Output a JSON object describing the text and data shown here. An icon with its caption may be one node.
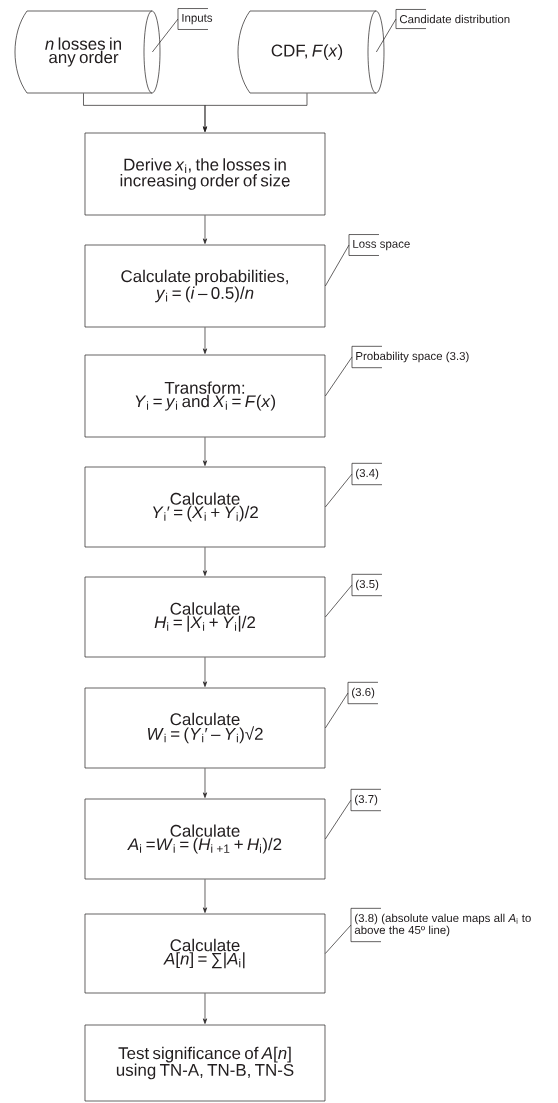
{
  "diagram": {
    "nodes": [
      {
        "text": [
          "*n* losses in any order"
        ]
      },
      {
        "text": [
          "Inputs"
        ]
      },
      {
        "text": [
          "CDF, *F*(*x*)"
        ]
      },
      {
        "text": [
          "Candidate distribution"
        ]
      },
      {
        "text": [
          "Derive *x*$_{i}$, the losses in increasing order of size"
        ]
      },
      {
        "text": [
          "Loss space"
        ]
      },
      {
        "text": [
          "Calculate probabilities,",
          "*y*$_{i}$ = (*i* – 0.5)/*n*"
        ]
      },
      {
        "text": [
          "Probability space (3.3)"
        ]
      },
      {
        "text": [
          "Transform:",
          "*Y*$_{i}$ = *y*$_{i}$ and *X*$_{i}$ = *F*(*x*)"
        ]
      },
      {
        "text": [
          "(3.4)"
        ]
      },
      {
        "text": [
          "Calculate",
          "*Y*$_{i}$′ = (*X*$_{i}$ + *Y*$_{i}$)/2"
        ]
      },
      {
        "text": [
          "(3.5)"
        ]
      },
      {
        "text": [
          "Calculate",
          "*H*$_{i}$ = |*X*$_{i}$ + *Y*$_{i}$|/2"
        ]
      },
      {
        "text": [
          "(3.6)"
        ]
      },
      {
        "text": [
          "Calculate",
          "*W*$_{i}$ = (*Y*$_{i}$′ – *Y*$_{i}$)√2"
        ]
      },
      {
        "text": [
          "(3.7)"
        ]
      },
      {
        "text": [
          "Calculate",
          "*A*$_{i}$ =*W*$_{i}$ = (*H*$_{i +1}$ + *H*$_{i}$)/2"
        ]
      },
      {
        "text": [
          "(3.8) (absolute value maps all *A*$_{i}$ to above the 45º line)"
        ]
      },
      {
        "text": [
          "Calculate",
          "*A*[*n*] = ∑|*A*$_{i}$|"
        ]
      },
      {
        "text": [
          "Test significance of *A*[*n*] using TN-A, TN-B, TN-S"
        ]
      }
    ],
    "edges": [
      {
        "from": 0,
        "to": 4,
        "arrow": "to"
      },
      {
        "from": 2,
        "to": 4,
        "arrow": "to"
      },
      {
        "from": 4,
        "to": 6,
        "arrow": "to"
      },
      {
        "from": 6,
        "to": 8,
        "arrow": "to"
      },
      {
        "from": 8,
        "to": 10,
        "arrow": "to"
      },
      {
        "from": 10,
        "to": 12,
        "arrow": "to"
      },
      {
        "from": 12,
        "to": 14,
        "arrow": "to"
      },
      {
        "from": 14,
        "to": 16,
        "arrow": "to"
      },
      {
        "from": 16,
        "to": 18,
        "arrow": "to"
      },
      {
        "from": 18,
        "to": 19,
        "arrow": "to"
      },
      {
        "from": 1,
        "to": 0,
        "arrow": "none"
      },
      {
        "from": 3,
        "to": 2,
        "arrow": "none"
      },
      {
        "from": 5,
        "to": 6,
        "arrow": "none"
      },
      {
        "from": 7,
        "to": 8,
        "arrow": "none"
      },
      {
        "from": 9,
        "to": 10,
        "arrow": "none"
      },
      {
        "from": 11,
        "to": 12,
        "arrow": "none"
      },
      {
        "from": 13,
        "to": 14,
        "arrow": "none"
      },
      {
        "from": 15,
        "to": 16,
        "arrow": "none"
      },
      {
        "from": 17,
        "to": 18,
        "arrow": "none"
      }
    ]
  }
}
